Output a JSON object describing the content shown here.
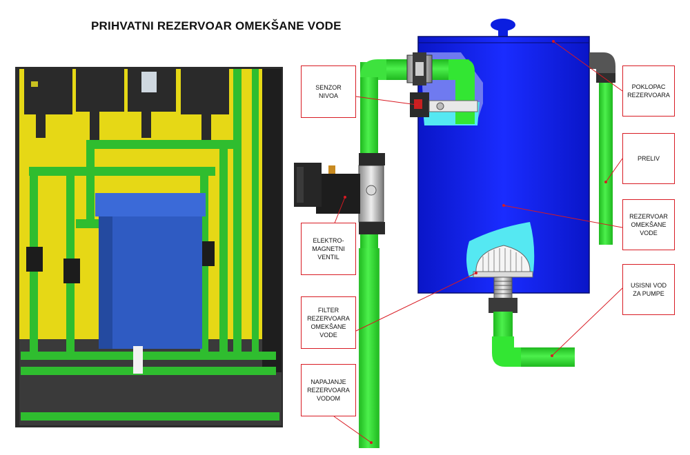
{
  "title": "PRIHVATNI REZERVOAR OMEKŠANE VODE",
  "colors": {
    "tank": "#0b1ee0",
    "pipe": "#33e633",
    "water": "#55e8f2",
    "leader": "#d81a22",
    "photo_panel": "#e6d816",
    "photo_frame": "#2a2a2a"
  },
  "labels": {
    "senzor": "SENZOR\nNIVOA",
    "ventil": "ELEKTRO-\nMAGNETNI\nVENTIL",
    "filter": "FILTER\nREZERVOARA\nOMEKŠANE VODE",
    "napajanje": "NAPAJANJE\nREZERVOARA\nVODOM",
    "poklopac": "POKLOPAC\nREZERVOARA",
    "preliv": "PRELIV",
    "rezervoar": "REZERVOAR\nOMEKŠANE\nVODE",
    "usisni": "USISNI VOD\nZA PUMPE"
  }
}
